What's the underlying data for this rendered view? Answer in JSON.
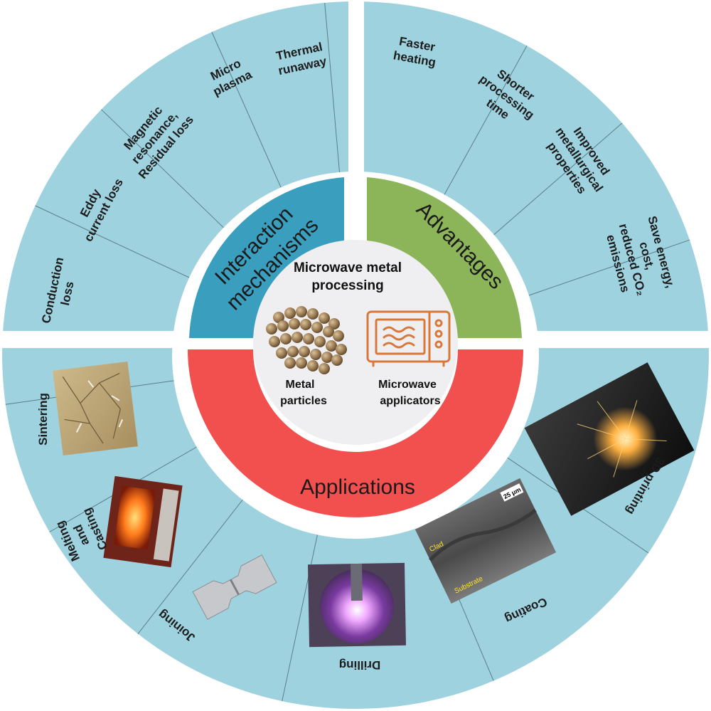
{
  "colors": {
    "outer_ring": "#9ed2df",
    "divider": "#ffffff",
    "segment_line": "#5b7f8a",
    "interaction": "#3a9fbf",
    "advantages": "#8cb55a",
    "applications": "#f2504f",
    "center": "#efeff1",
    "icon": "#d8783a"
  },
  "center": {
    "title_line1": "Microwave metal",
    "title_line2": "processing",
    "metal_line1": "Metal",
    "metal_line2": "particles",
    "microwave_line1": "Microwave",
    "microwave_line2": "applicators",
    "particles_icon": "metal-particles-icon",
    "microwave_icon": "microwave-oven-icon"
  },
  "quadrants": {
    "interaction": {
      "title_line1": "Interaction",
      "title_line2": "mechanisms",
      "items": [
        {
          "lines": [
            "Conduction",
            "loss"
          ]
        },
        {
          "lines": [
            "Eddy",
            "current loss"
          ]
        },
        {
          "lines": [
            "Magnetic",
            "resonance,",
            "Residual loss"
          ]
        },
        {
          "lines": [
            "Micro",
            "plasma"
          ]
        },
        {
          "lines": [
            "Thermal",
            "runaway"
          ]
        }
      ]
    },
    "advantages": {
      "title": "Advantages",
      "items": [
        {
          "lines": [
            "Faster",
            "heating"
          ]
        },
        {
          "lines": [
            "Shorter",
            "processing",
            "time"
          ]
        },
        {
          "lines": [
            "Improved",
            "metallurgical",
            "properties"
          ]
        },
        {
          "lines": [
            "Save energy,",
            "cost,",
            "reduced CO₂",
            "emissions"
          ]
        }
      ]
    },
    "applications": {
      "title": "Applications",
      "items": [
        {
          "lines": [
            "Sintering"
          ]
        },
        {
          "lines": [
            "Melting",
            "and",
            "Casting"
          ]
        },
        {
          "lines": [
            "Joining"
          ]
        },
        {
          "lines": [
            "Drilling"
          ]
        },
        {
          "lines": [
            "Coating"
          ]
        },
        {
          "lines": [
            "3D printing"
          ]
        }
      ],
      "coating_scale_bar": "25 μm",
      "coating_clad_label": "Clad",
      "coating_substrate_label": "Substrate"
    }
  }
}
